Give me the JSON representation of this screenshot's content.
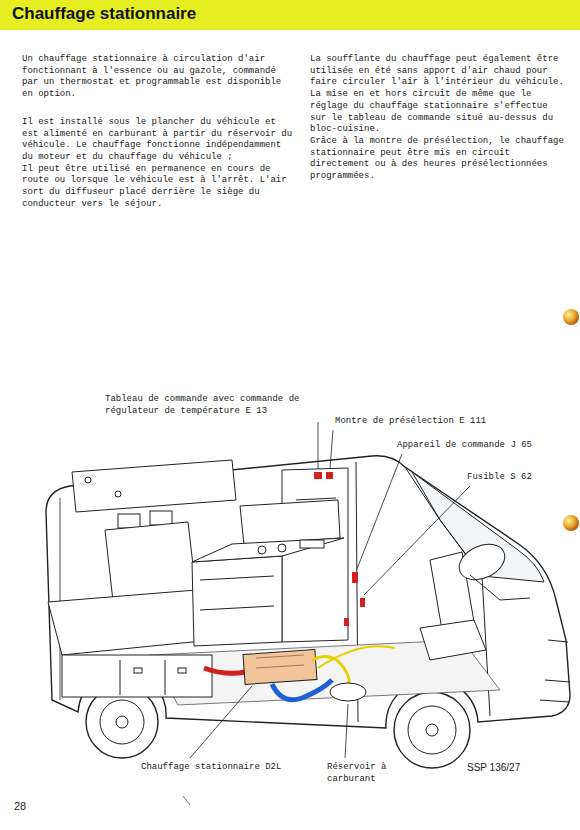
{
  "diagram": {
    "title": "Chauffage stationnaire",
    "labels": [
      "Un chauffage stationnaire à circulation d'air fonctionnant à l'essence ou au gazole, commandé par un thermostat et programmable est disponible en option.",
      "Il est installé sous le plancher du véhicule et est alimenté en carburant à partir du réservoir du véhicule. Le chauffage fonctionne indépendamment du moteur et du chauffage du véhicule ;",
      "Il peut être utilisé en permanence en cours de route ou lorsque le véhicule est à l'arrêt. L'air sort du diffuseur placé derrière le siège du conducteur vers le séjour.",
      "La soufflante du chauffage peut également être utilisée en été sans apport d'air chaud pour faire circuler l'air à l'intérieur du véhicule.",
      "La mise en et hors circuit de même que le réglage du chauffage stationnaire s'effectue sur le tableau de commande situé au-dessus du bloc-cuisine.",
      "Grâce à la montre de présélection, le chauffage stationnaire peut être mis en circuit directement ou à des heures présélectionnées programmées.",
      "Tableau de commande avec commande de régulateur de température E 13",
      "Montre de présélection E 111",
      "Appareil de commande J 65",
      "Fusible S 62",
      "Chauffage stationnaire D2L",
      "Réservoir à carburant",
      "SSP 136/27",
      "28"
    ]
  }
}
